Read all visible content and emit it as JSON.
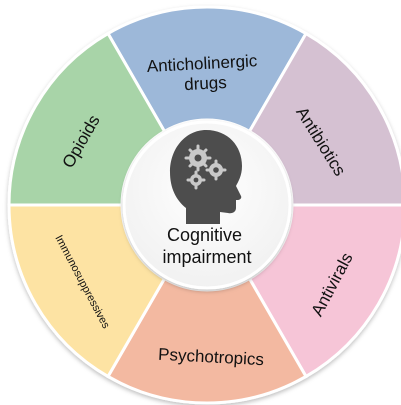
{
  "diagram": {
    "center": {
      "line1": "Cognitive",
      "line2": "impairment",
      "icon": "head-with-gears-icon"
    },
    "segments": [
      {
        "key": "anticholinergic",
        "line1": "Anticholinergic",
        "line2": "drugs",
        "color": "#9db8d9"
      },
      {
        "key": "antibiotics",
        "line1": "Antibiotics",
        "color": "#d5c1d2"
      },
      {
        "key": "antivirals",
        "line1": "Antivirals",
        "color": "#f6c5d7"
      },
      {
        "key": "psychotropics",
        "line1": "Psychotropics",
        "color": "#f3b9a1"
      },
      {
        "key": "immunosuppressives",
        "line1": "Immunosuppressives",
        "color": "#fde3a3"
      },
      {
        "key": "opioids",
        "line1": "Opioids",
        "color": "#a8d4a8"
      }
    ]
  }
}
